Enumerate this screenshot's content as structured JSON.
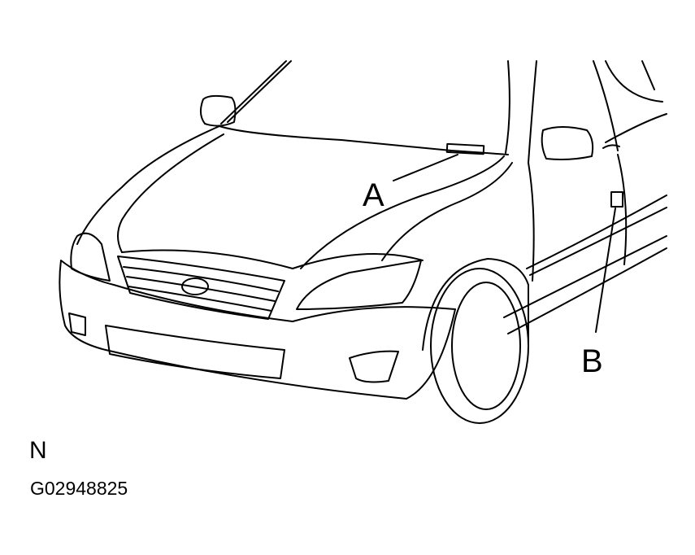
{
  "labels": {
    "a": "A",
    "b": "B"
  },
  "footer": {
    "variant": "N",
    "figure_code": "G02948825"
  }
}
